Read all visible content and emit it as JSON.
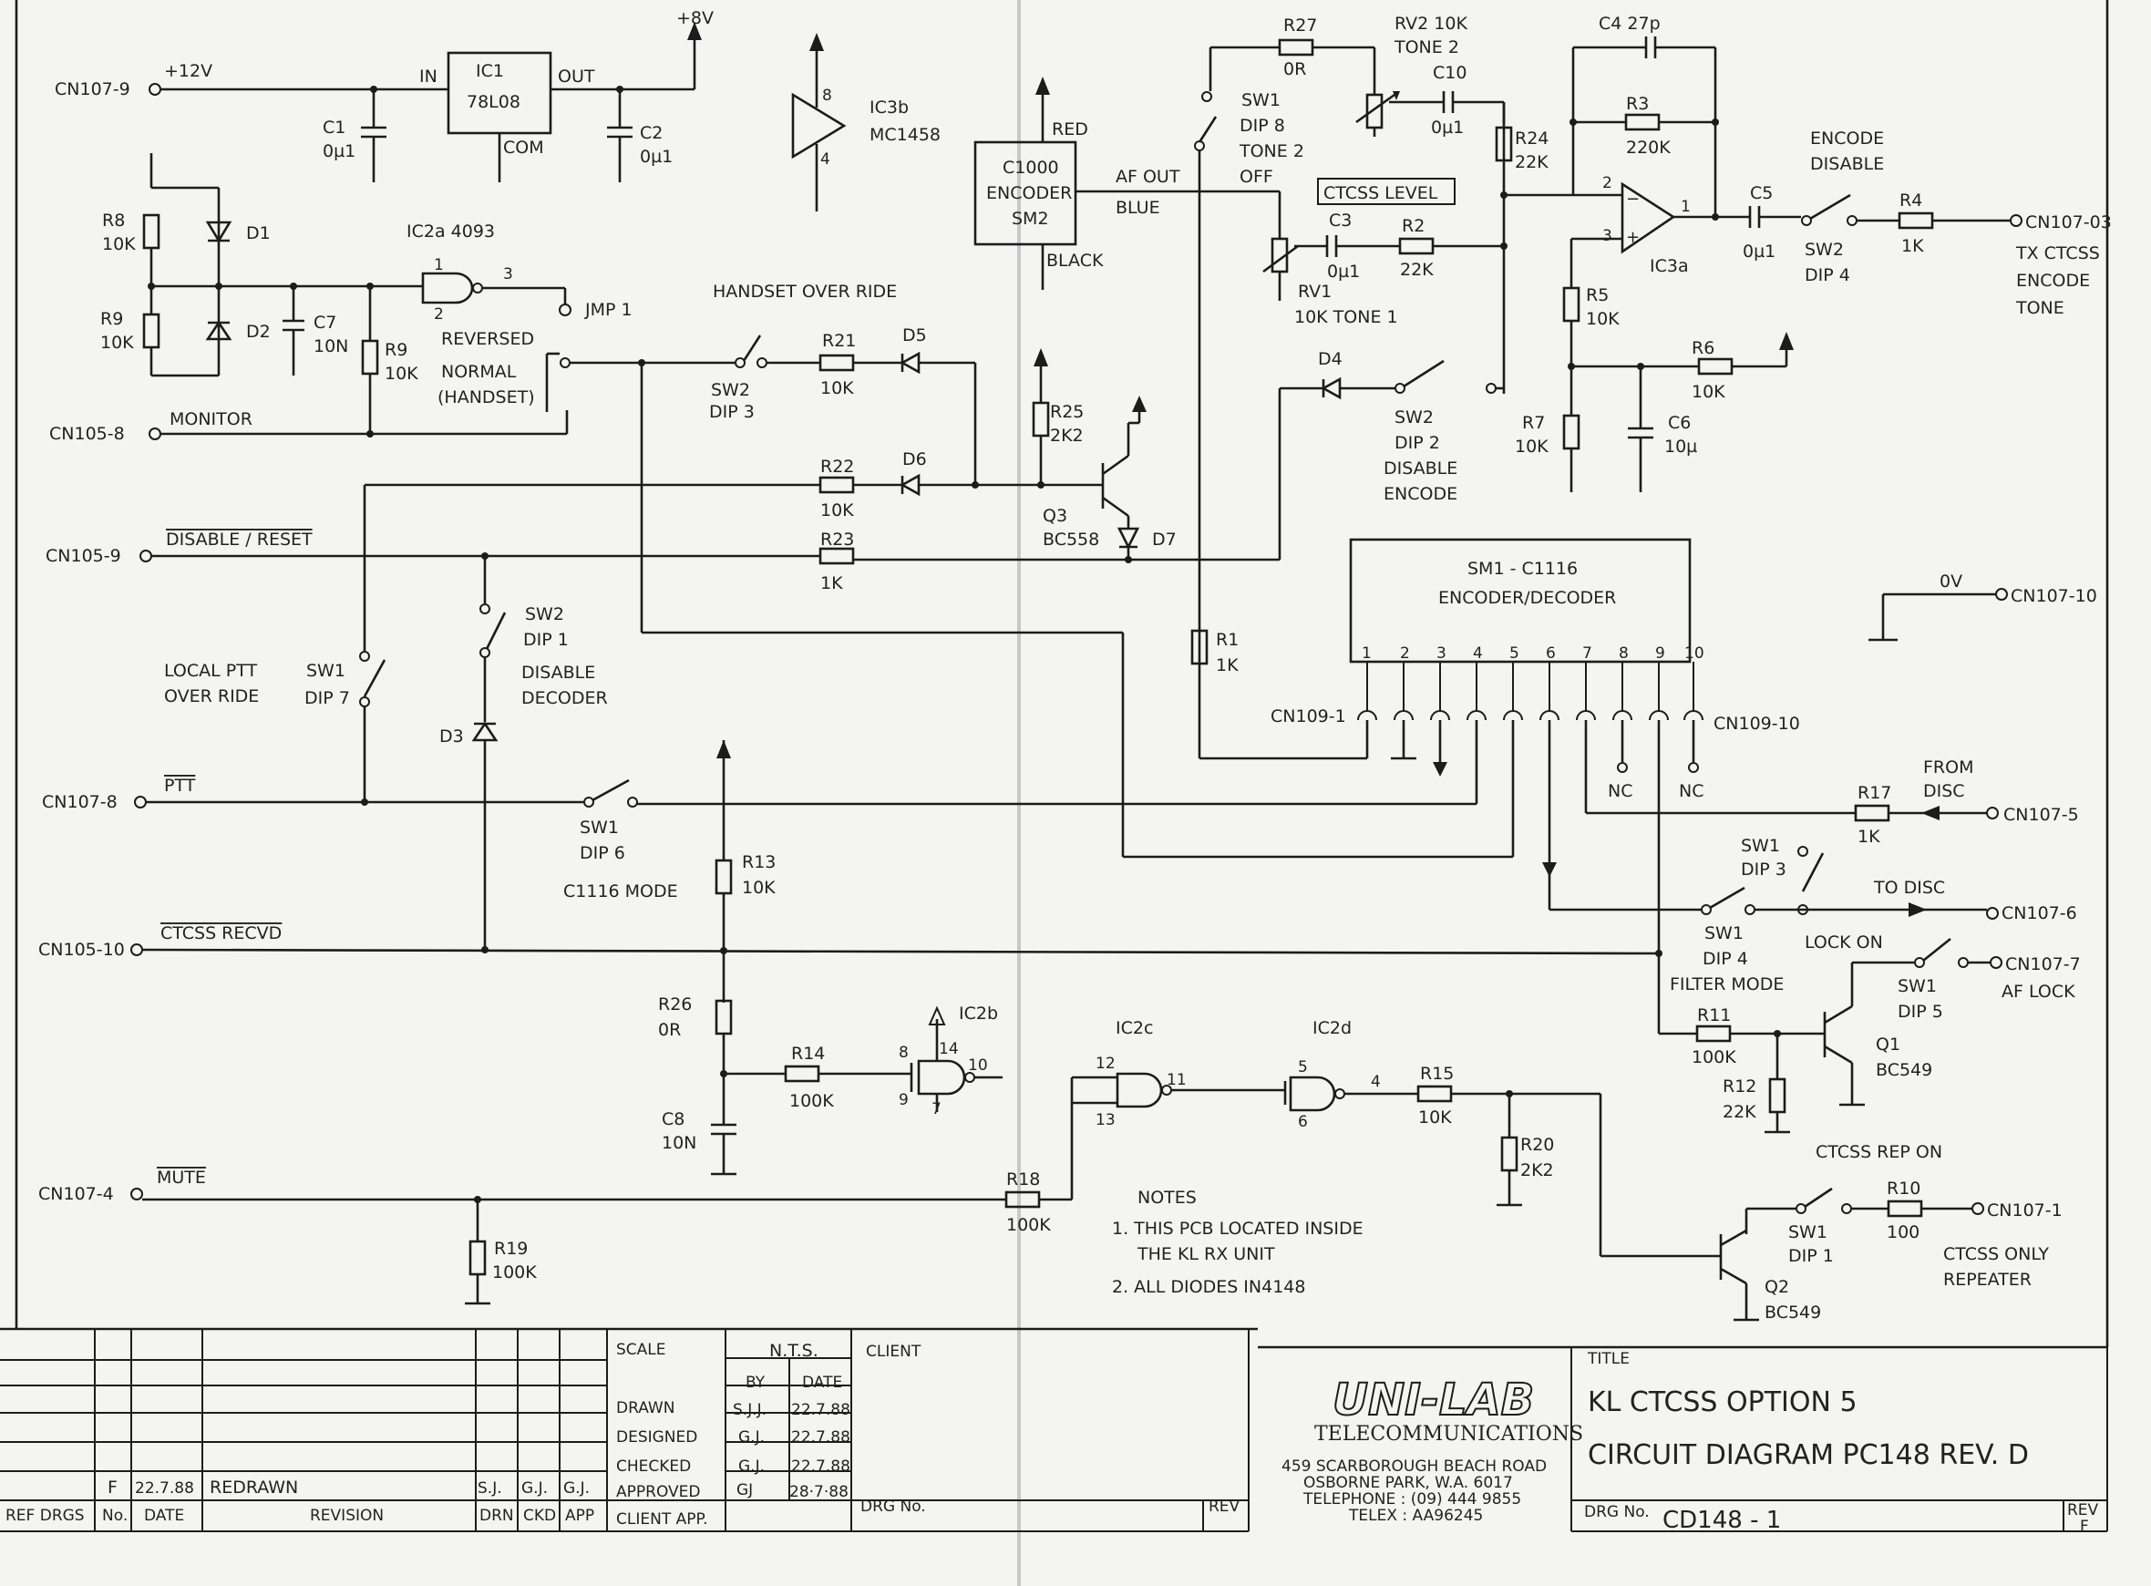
{
  "supply": {
    "v12": "+12V",
    "v8": "+8V",
    "cn107_9": "CN107-9",
    "ic1_ref": "IC1",
    "ic1_part": "78L08",
    "ic1_in": "IN",
    "ic1_out": "OUT",
    "ic1_com": "COM",
    "c1": "C1",
    "c1_val": "0µ1",
    "c2": "C2",
    "c2_val": "0µ1",
    "ic3b_ref": "IC3b",
    "ic3b_part": "MC1458",
    "ic3b_pin8": "8",
    "ic3b_pin4": "4"
  },
  "monitor": {
    "r8": "R8",
    "r8_val": "10K",
    "r9a": "R9",
    "r9a_val": "10K",
    "d1": "D1",
    "d2": "D2",
    "c7": "C7",
    "c7_val": "10N",
    "r9b": "R9",
    "r9b_val": "10K",
    "ic2a": "IC2a 4093",
    "pin1": "1",
    "pin2": "2",
    "pin3": "3",
    "jmp1": "JMP 1",
    "reversed": "REVERSED",
    "normal": "NORMAL",
    "handset": "(HANDSET)",
    "cn105_8": "CN105-8",
    "monitor_label": "MONITOR"
  },
  "handset": {
    "title": "HANDSET OVER RIDE",
    "sw": "SW2",
    "dip": "DIP 3",
    "r21": "R21",
    "r21_val": "10K",
    "d5": "D5"
  },
  "ptt_drive": {
    "r22": "R22",
    "r22_val": "10K",
    "d6": "D6",
    "r23": "R23",
    "r23_val": "1K",
    "r25": "R25",
    "r25_val": "2K2",
    "q3": "Q3",
    "q3_part": "BC558",
    "d7": "D7",
    "cn105_9": "CN105-9",
    "disable_reset": "DISABLE / RESET"
  },
  "encoder": {
    "red": "RED",
    "blue": "BLUE",
    "black": "BLACK",
    "box_line1": "C1000",
    "box_line2": "ENCODER",
    "box_line3": "SM2",
    "af_out": "AF OUT"
  },
  "tone": {
    "r27": "R27",
    "r27_val": "0R",
    "rv2": "RV2 10K",
    "rv2_sub": "TONE 2",
    "c10": "C10",
    "c10_val": "0µ1",
    "sw1": "SW1",
    "dip8": "DIP 8",
    "tone2": "TONE 2",
    "off": "OFF",
    "ctcss_level": "CTCSS LEVEL",
    "c3": "C3",
    "c3_val": "0µ1",
    "r2": "R2",
    "r2_val": "22K",
    "rv1": "RV1",
    "rv1_val": "10K TONE 1",
    "r24": "R24",
    "r24_val": "22K",
    "d4": "D4",
    "sw2": "SW2",
    "dip2": "DIP 2",
    "disable": "DISABLE",
    "encode": "ENCODE",
    "r1": "R1",
    "r1_val": "1K"
  },
  "amp": {
    "c4": "C4 27p",
    "r3": "R3",
    "r3_val": "220K",
    "ic3a": "IC3a",
    "pin2": "2",
    "pin3": "3",
    "pin1": "1",
    "r5": "R5",
    "r5_val": "10K",
    "r6": "R6",
    "r6_val": "10K",
    "r7": "R7",
    "r7_val": "10K",
    "c6": "C6",
    "c6_val": "10µ",
    "c5": "C5",
    "c5_val": "0µ1",
    "encode_disable1": "ENCODE",
    "encode_disable2": "DISABLE",
    "sw2": "SW2",
    "dip4": "DIP 4",
    "r4": "R4",
    "r4_val": "1K",
    "cn107_03": "CN107-03",
    "tx1": "TX CTCSS",
    "tx2": "ENCODE",
    "tx3": "TONE"
  },
  "sm1": {
    "title": "SM1 - C1116",
    "subtitle": "ENCODER/DECODER",
    "pins": [
      "1",
      "2",
      "3",
      "4",
      "5",
      "6",
      "7",
      "8",
      "9",
      "10"
    ],
    "cn109_1": "CN109-1",
    "cn109_10": "CN109-10",
    "nc": "NC"
  },
  "zero_v": {
    "label": "0V",
    "cn": "CN107-10"
  },
  "left": {
    "local1": "LOCAL PTT",
    "local2": "OVER RIDE",
    "sw1": "SW1",
    "dip7": "DIP 7",
    "sw2": "SW2",
    "dip1": "DIP 1",
    "disable": "DISABLE",
    "decoder": "DECODER",
    "d3": "D3",
    "cn107_8": "CN107-8",
    "ptt": "PTT",
    "sw1b": "SW1",
    "dip6": "DIP 6",
    "c1116": "C1116 MODE",
    "r13": "R13",
    "r13_val": "10K",
    "cn105_10": "CN105-10",
    "ctcss_recvd": "CTCSS RECVD"
  },
  "right": {
    "r17": "R17",
    "r17_val": "1K",
    "from": "FROM",
    "disc": "DISC",
    "cn107_5": "CN107-5",
    "sw1": "SW1",
    "dip3": "DIP 3",
    "to_disc": "TO DISC",
    "cn107_6": "CN107-6",
    "sw1b": "SW1",
    "dip4": "DIP 4",
    "filter": "FILTER MODE",
    "lock_on": "LOCK ON",
    "sw1c": "SW1",
    "dip5": "DIP 5",
    "cn107_7": "CN107-7",
    "af_lock": "AF LOCK",
    "r11": "R11",
    "r11_val": "100K",
    "q1": "Q1",
    "q1_part": "BC549",
    "r12": "R12",
    "r12_val": "22K",
    "rep_on": "CTCSS REP ON",
    "sw1d": "SW1",
    "dip1": "DIP 1",
    "r10": "R10",
    "r10_val": "100",
    "cn107_1": "CN107-1",
    "only1": "CTCSS ONLY",
    "only2": "REPEATER",
    "q2": "Q2",
    "q2_part": "BC549"
  },
  "logic": {
    "r26": "R26",
    "r26_val": "0R",
    "c8": "C8",
    "c8_val": "10N",
    "r14": "R14",
    "r14_val": "100K",
    "ic2b": "IC2b",
    "p8": "8",
    "p14": "14",
    "p9": "9",
    "p7": "7",
    "p10": "10",
    "ic2c": "IC2c",
    "p12": "12",
    "p13": "13",
    "p11": "11",
    "ic2d": "IC2d",
    "p5": "5",
    "p6": "6",
    "p4": "4",
    "r15": "R15",
    "r15_val": "10K",
    "r20": "R20",
    "r20_val": "2K2",
    "cn107_4": "CN107-4",
    "mute": "MUTE",
    "r18": "R18",
    "r18_val": "100K",
    "r19": "R19",
    "r19_val": "100K"
  },
  "notes": {
    "title": "NOTES",
    "n1a": "1. THIS PCB LOCATED INSIDE",
    "n1b": "THE KL RX UNIT",
    "n2": "2. ALL DIODES IN4148"
  },
  "titleblock": {
    "scale_label": "SCALE",
    "scale_val": "N.T.S.",
    "by": "BY",
    "date": "DATE",
    "drawn": "DRAWN",
    "drawn_by": "S.J.J.",
    "drawn_date": "22.7.88",
    "designed": "DESIGNED",
    "designed_by": "G.J.",
    "designed_date": "22.7.88",
    "checked": "CHECKED",
    "checked_by": "G.J.",
    "checked_date": "22.7.88",
    "approved": "APPROVED",
    "approved_by": "GJ",
    "approved_date": "28·7·88",
    "client_app": "CLIENT APP.",
    "client": "CLIENT",
    "drg_no_label": "DRG No.",
    "rev_label": "REV",
    "rev_letter": "F",
    "rev_date": "22.7.88",
    "rev_desc": "REDRAWN",
    "rev_drn": "S.J.",
    "rev_ckd": "G.J.",
    "rev_app": "G.J.",
    "ref_drgs": "REF DRGS",
    "no": "No.",
    "date_col": "DATE",
    "revision": "REVISION",
    "drn": "DRN",
    "ckd": "CKD",
    "app": "APP",
    "logo": "UNI-LAB",
    "company": "TELECOMMUNICATIONS",
    "addr1": "459 SCARBOROUGH BEACH ROAD",
    "addr2": "OSBORNE PARK, W.A. 6017",
    "addr3": "TELEPHONE : (09) 444 9855",
    "addr4": "TELEX : AA96245",
    "title_label": "TITLE",
    "title1": "KL CTCSS OPTION 5",
    "title2": "CIRCUIT DIAGRAM PC148 REV. D",
    "drg_label": "DRG No.",
    "drg_val": "CD148 - 1",
    "rev_box": "REV",
    "rev_box_val": "F"
  }
}
